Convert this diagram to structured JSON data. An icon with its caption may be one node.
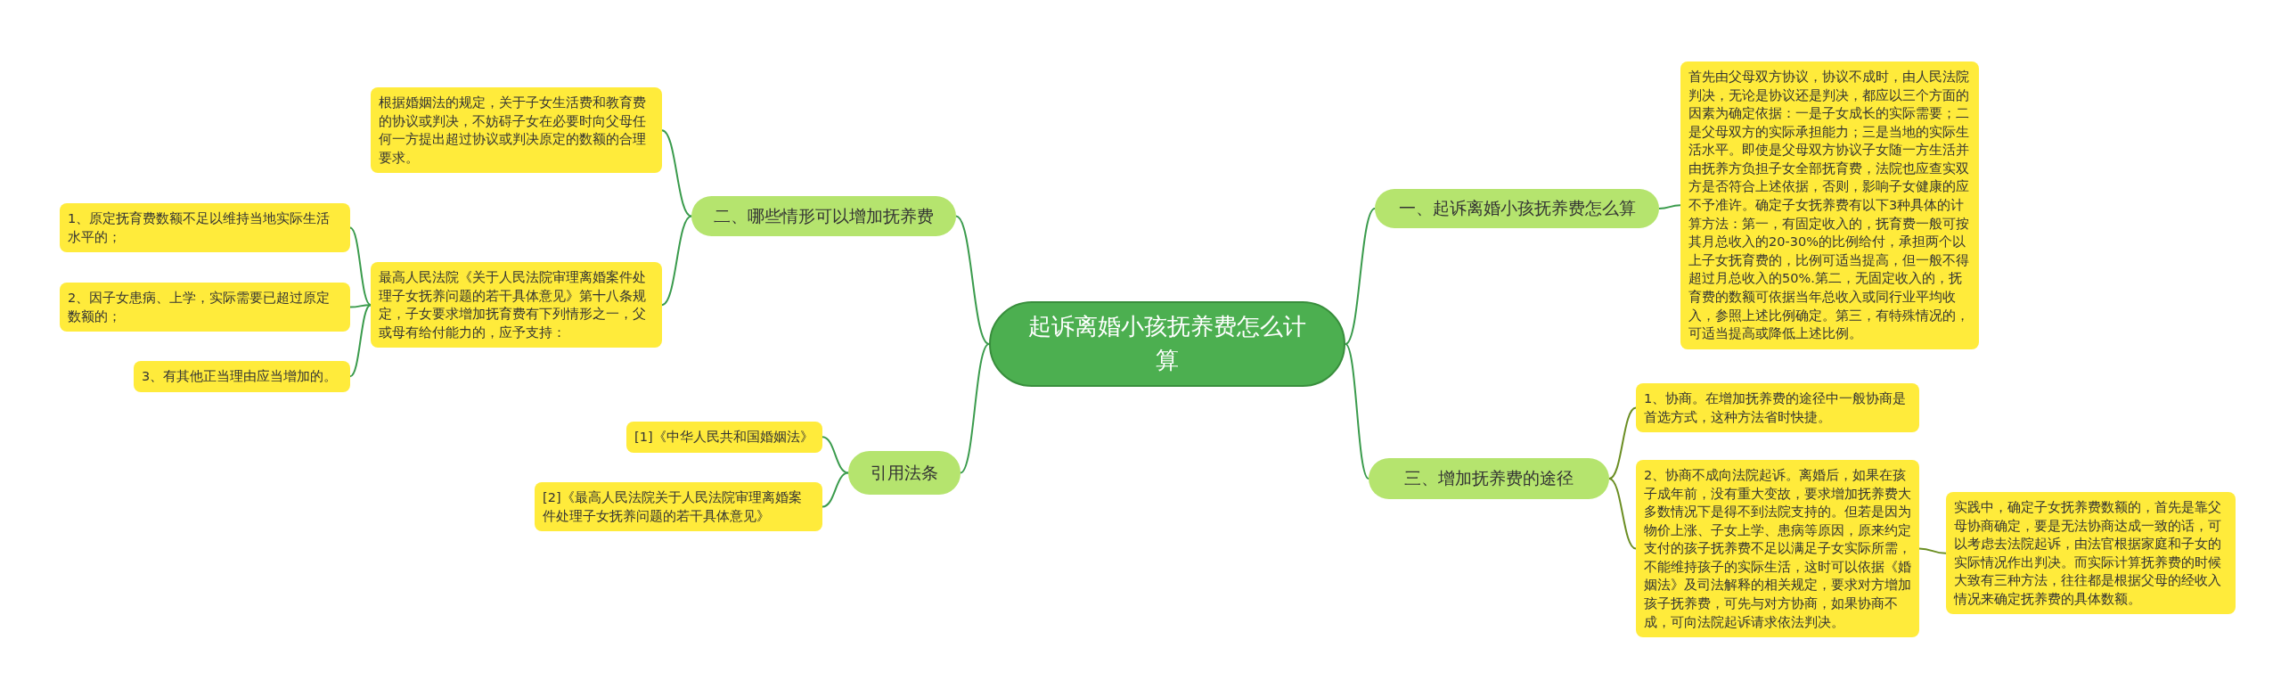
{
  "diagram": {
    "nodes": [
      {
        "text": [
          "起诉离婚小孩抚养费怎么计算"
        ]
      },
      {
        "text": [
          "二、哪些情形可以增加抚养费"
        ]
      },
      {
        "text": [
          "根据婚姻法的规定，关于子女生活费和教育费的协议或判决，不妨碍子女在必要时向父母任何一方提出超过协议或判决原定的数额的合理要求。"
        ]
      },
      {
        "text": [
          "最高人民法院《关于人民法院审理离婚案件处理子女抚养问题的若干具体意见》第十八条规定，子女要求增加抚育费有下列情形之一，父或母有给付能力的，应予支持："
        ]
      },
      {
        "text": [
          "1、原定抚育费数额不足以维持当地实际生活水平的；"
        ]
      },
      {
        "text": [
          "2、因子女患病、上学，实际需要已超过原定数额的；"
        ]
      },
      {
        "text": [
          "3、有其他正当理由应当增加的。"
        ]
      },
      {
        "text": [
          "引用法条"
        ]
      },
      {
        "text": [
          "[1]《中华人民共和国婚姻法》"
        ]
      },
      {
        "text": [
          "[2]《最高人民法院关于人民法院审理离婚案件处理子女抚养问题的若干具体意见》"
        ]
      },
      {
        "text": [
          "一、起诉离婚小孩抚养费怎么算"
        ]
      },
      {
        "text": [
          "首先由父母双方协议，协议不成时，由人民法院判决，无论是协议还是判决，都应以三个方面的因素为确定依据：一是子女成长的实际需要；二是父母双方的实际承担能力；三是当地的实际生活水平。即使是父母双方协议子女随一方生活并由抚养方负担子女全部抚育费，法院也应查实双方是否符合上述依据，否则，影响子女健康的应不予准许。确定子女抚养费有以下3种具体的计算方法：第一，有固定收入的，抚育费一般可按其月总收入的20-30%的比例给付，承担两个以上子女抚育费的，比例可适当提高，但一般不得超过月总收入的50%.第二，无固定收入的，抚育费的数额可依据当年总收入或同行业平均收入，参照上述比例确定。第三，有特殊情况的，可适当提高或降低上述比例。"
        ]
      },
      {
        "text": [
          "三、增加抚养费的途径"
        ]
      },
      {
        "text": [
          "1、协商。在增加抚养费的途径中一般协商是首选方式，这种方法省时快捷。"
        ]
      },
      {
        "text": [
          "2、协商不成向法院起诉。离婚后，如果在孩子成年前，没有重大变故，要求增加抚养费大多数情况下是得不到法院支持的。但若是因为物价上涨、子女上学、患病等原因，原来约定支付的孩子抚养费不足以满足子女实际所需，不能维持孩子的实际生活，这时可以依据《婚姻法》及司法解释的相关规定，要求对方增加孩子抚养费，可先与对方协商，如果协商不成，可向法院起诉请求依法判决。"
        ]
      },
      {
        "text": [
          "实践中，确定子女抚养费数额的，首先是靠父母协商确定，要是无法协商达成一致的话，可以考虑去法院起诉，由法官根据家庭和子女的实际情况作出判决。而实际计算抚养费的时候大致有三种方法，往往都是根据父母的经收入情况来确定抚养费的具体数额。"
        ]
      }
    ],
    "edges": [
      {
        "from": 0,
        "to": 1,
        "arrow": "none"
      },
      {
        "from": 1,
        "to": 2,
        "arrow": "none"
      },
      {
        "from": 1,
        "to": 3,
        "arrow": "none"
      },
      {
        "from": 3,
        "to": 4,
        "arrow": "none"
      },
      {
        "from": 3,
        "to": 5,
        "arrow": "none"
      },
      {
        "from": 3,
        "to": 6,
        "arrow": "none"
      },
      {
        "from": 0,
        "to": 7,
        "arrow": "none"
      },
      {
        "from": 7,
        "to": 8,
        "arrow": "none"
      },
      {
        "from": 7,
        "to": 9,
        "arrow": "none"
      },
      {
        "from": 0,
        "to": 10,
        "arrow": "none"
      },
      {
        "from": 10,
        "to": 11,
        "arrow": "none"
      },
      {
        "from": 0,
        "to": 12,
        "arrow": "none"
      },
      {
        "from": 12,
        "to": 13,
        "arrow": "none",
        "color": "#6b8e23"
      },
      {
        "from": 12,
        "to": 14,
        "arrow": "none",
        "color": "#6b8e23"
      },
      {
        "from": 14,
        "to": 15,
        "arrow": "none",
        "color": "#6b8e23"
      }
    ]
  }
}
